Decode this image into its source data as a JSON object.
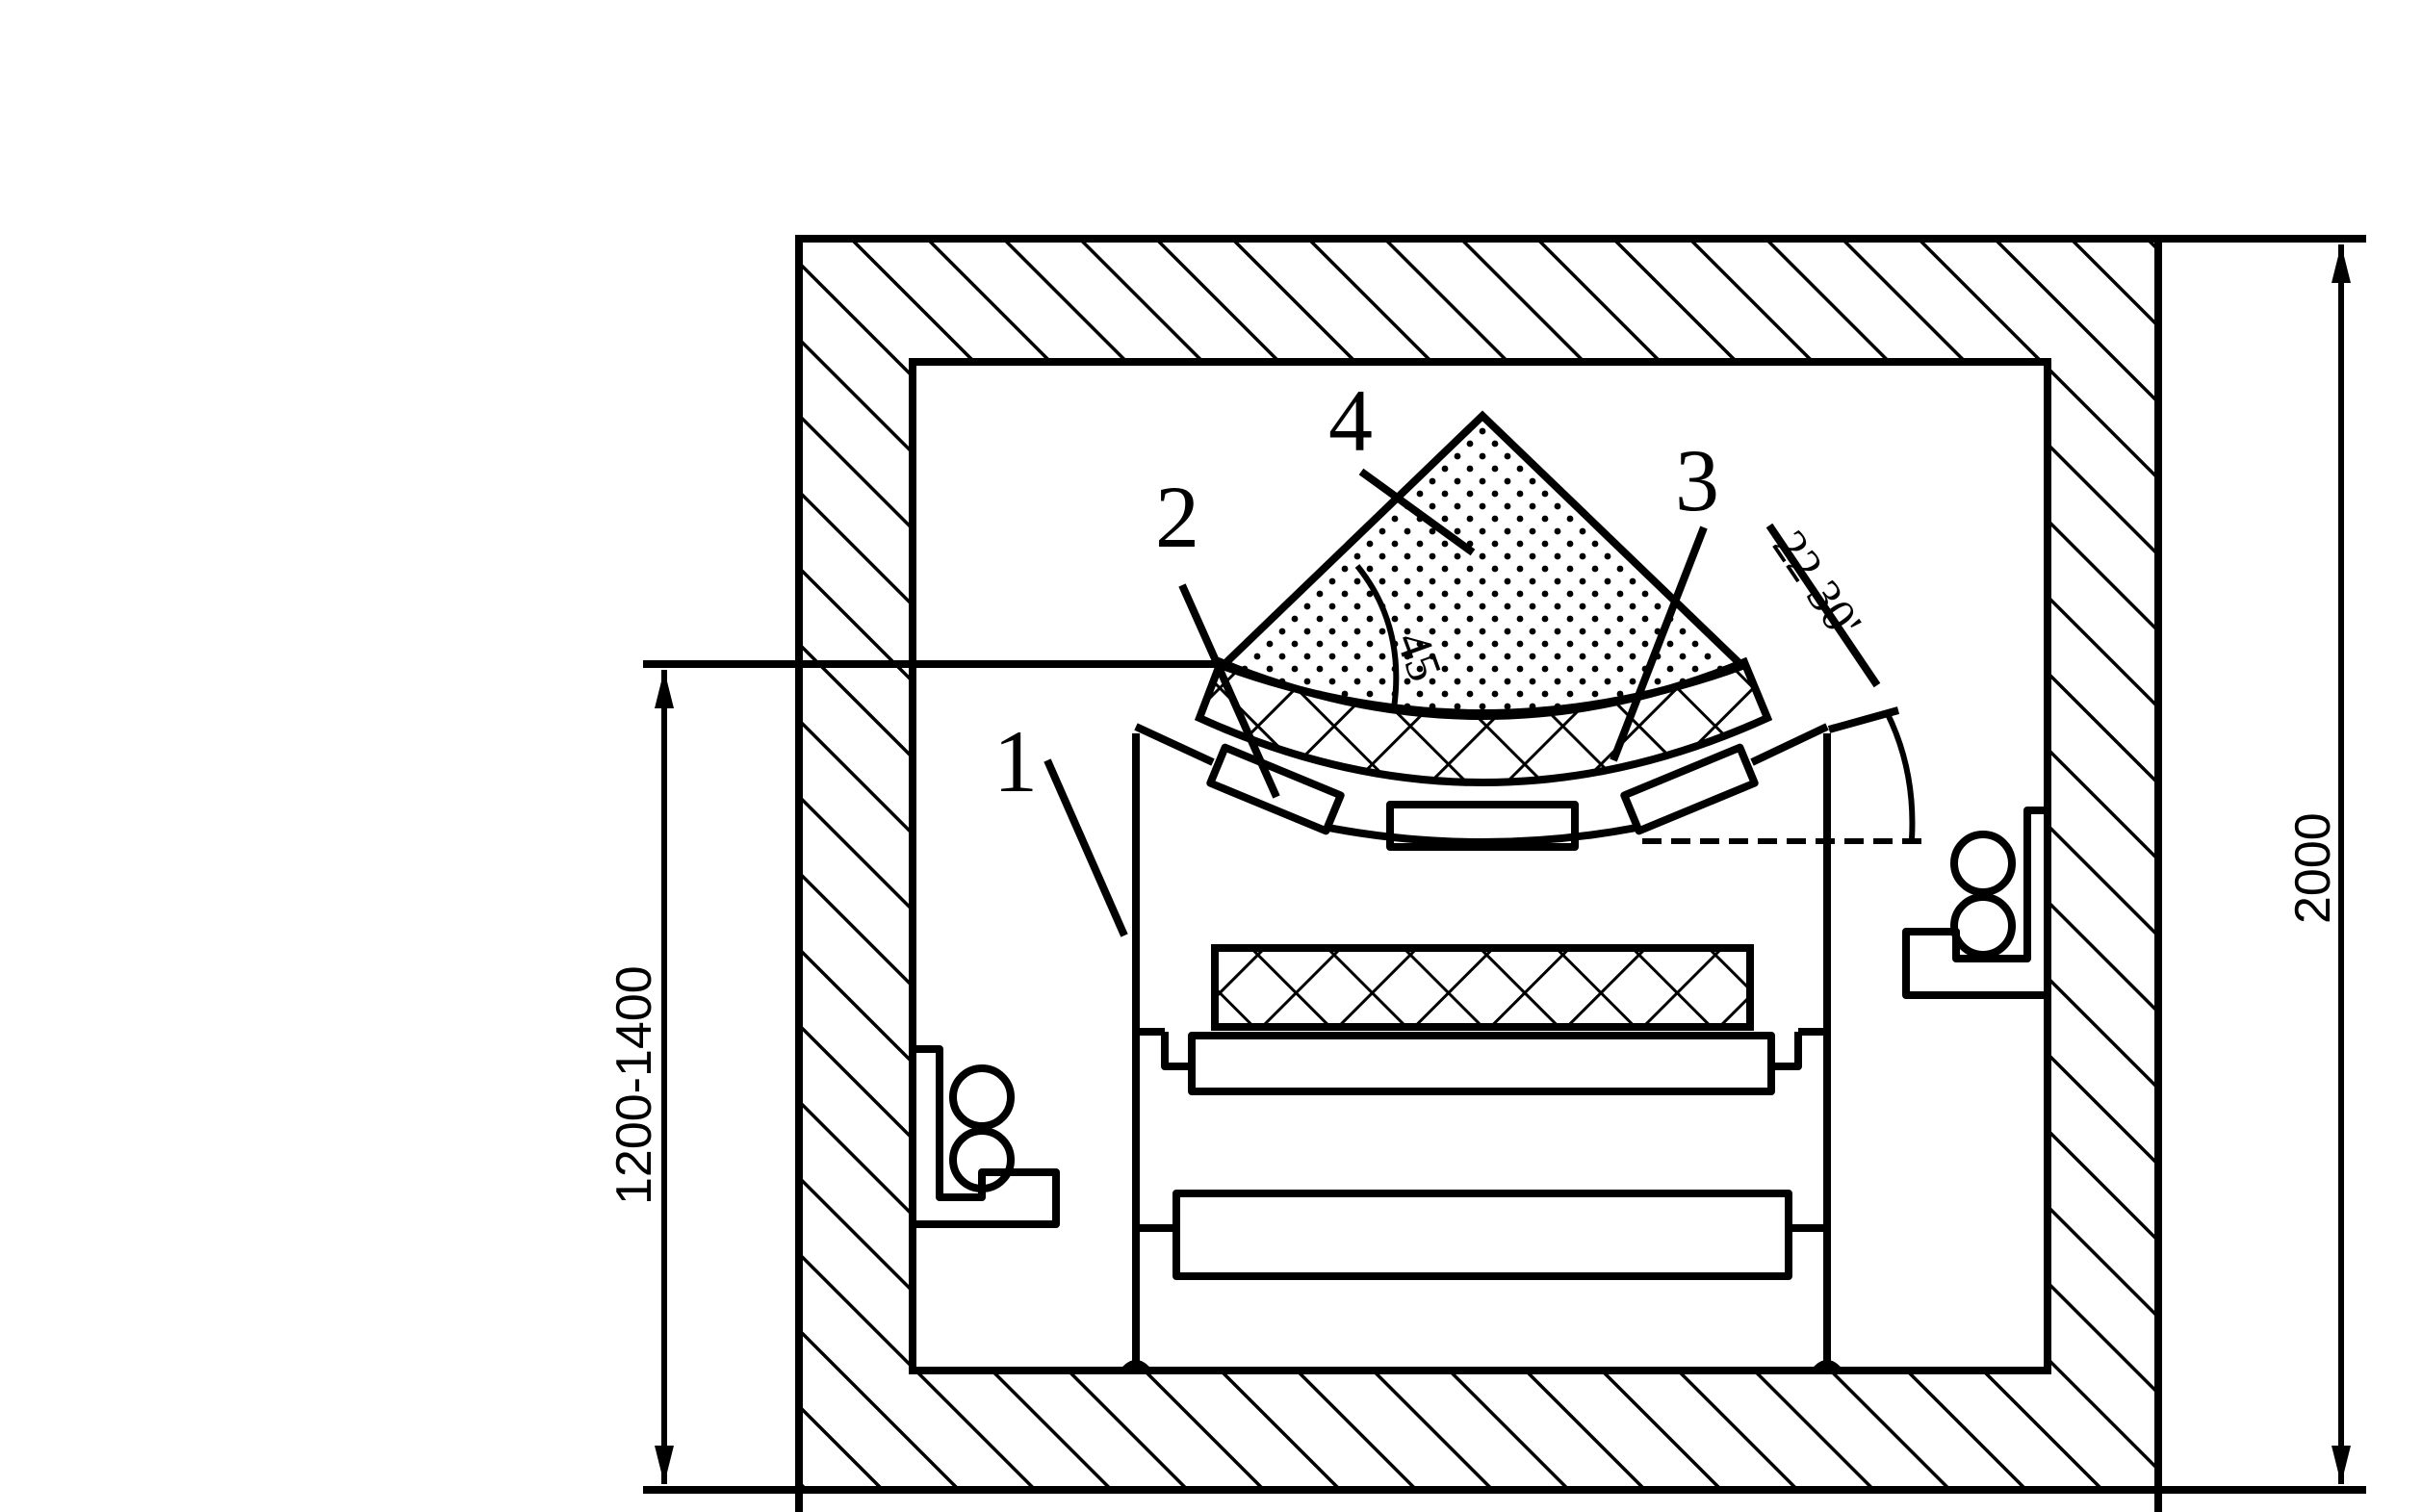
{
  "labels": {
    "part_1": "1",
    "part_2": "2",
    "part_3": "3",
    "part_4": "4"
  },
  "angles": {
    "inner": "45",
    "outer": "22 30'"
  },
  "dimensions": {
    "height_total": "2000",
    "height_conveyor": "1200-1400"
  },
  "colors": {
    "line": "#000000",
    "background": "#ffffff"
  }
}
